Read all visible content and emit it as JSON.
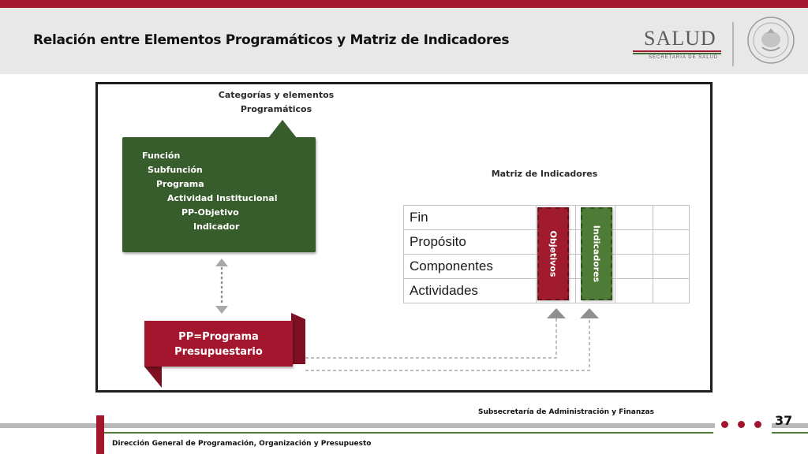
{
  "header": {
    "title": "Relación entre Elementos Programáticos y Matriz de Indicadores",
    "logo_word": "SALUD",
    "logo_sub": "SECRETARÍA DE SALUD",
    "seal_icon": "national-seal-icon"
  },
  "diagram": {
    "categories_title_line1": "Categorías y elementos",
    "categories_title_line2": "Programáticos",
    "hierarchy": [
      "Función",
      "Subfunción",
      "Programa",
      "Actividad Institucional",
      "PP-Objetivo",
      "Indicador"
    ],
    "matriz_title": "Matriz de Indicadores",
    "matrix_rows": [
      "Fin",
      "Propósito",
      "Componentes",
      "Actividades"
    ],
    "objetivos_label": "Objetivos",
    "indicadores_label": "Indicadores",
    "pp_line1": "PP=Programa",
    "pp_line2": "Presupuestario"
  },
  "footer": {
    "subsecretaria": "Subsecretaría de Administración y Finanzas",
    "page_number": "37",
    "direccion": "Dirección General de Programación, Organización y Presupuesto"
  },
  "colors": {
    "brand_red": "#a3162d",
    "brand_green": "#385d2c",
    "indicator_green": "#4e7b36",
    "header_gray": "#e8e8e8"
  }
}
